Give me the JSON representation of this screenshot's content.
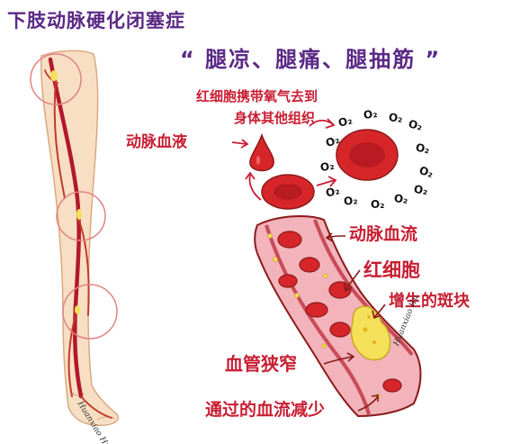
{
  "title": "下肢动脉硬化闭塞症",
  "subtitle": "“ 腿凉、腿痛、腿抽筋 ”",
  "labels": {
    "carry_oxygen_line1": "红细胞携带氧气去到",
    "carry_oxygen_line2": "身体其他组织",
    "arterial_blood": "动脉血液",
    "arterial_flow": "动脉血流",
    "red_blood_cell": "红细胞",
    "plaque": "增生的斑块",
    "narrowed_vessel": "血管狭窄",
    "reduced_flow": "通过的血流减少"
  },
  "oxygen_symbol": "O₂",
  "signature": "Huanxiao Hu",
  "colors": {
    "title_purple": "#5b2a86",
    "label_red": "#c81e32",
    "cell_red": "#d7262a",
    "vessel_pink": "#f2b3ba",
    "plaque_yellow": "#f5e05a",
    "skin": "#f8dfc3"
  }
}
